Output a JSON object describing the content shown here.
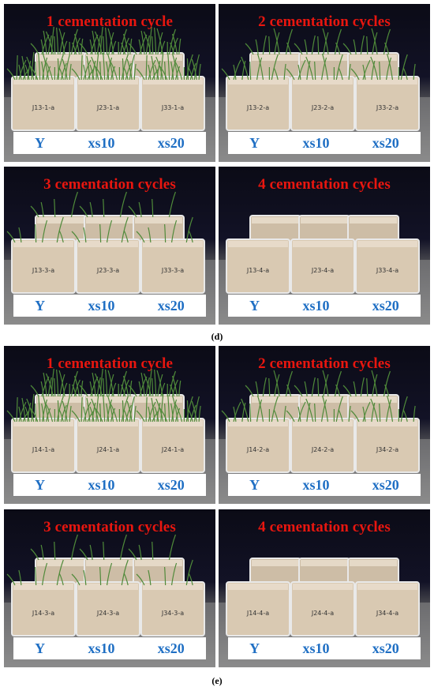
{
  "figure_groups": [
    {
      "caption": "(d)",
      "panels": [
        {
          "title": "1 cementation cycle",
          "samples": [
            "Y",
            "xs10",
            "xs20"
          ],
          "box_labels": [
            "J13-1-a",
            "J23-1-a",
            "J33-1-a"
          ],
          "grass": "dense"
        },
        {
          "title": "2 cementation cycles",
          "samples": [
            "Y",
            "xs10",
            "xs20"
          ],
          "box_labels": [
            "J13-2-a",
            "J23-2-a",
            "J33-2-a"
          ],
          "grass": "medium"
        },
        {
          "title": "3 cementation cycles",
          "samples": [
            "Y",
            "xs10",
            "xs20"
          ],
          "box_labels": [
            "J13-3-a",
            "J23-3-a",
            "J33-3-a"
          ],
          "grass": "sparse"
        },
        {
          "title": "4 cementation cycles",
          "samples": [
            "Y",
            "xs10",
            "xs20"
          ],
          "box_labels": [
            "J13-4-a",
            "J23-4-a",
            "J33-4-a"
          ],
          "grass": "none"
        }
      ]
    },
    {
      "caption": "(e)",
      "panels": [
        {
          "title": "1 cementation cycle",
          "samples": [
            "Y",
            "xs10",
            "xs20"
          ],
          "box_labels": [
            "J14-1-a",
            "J24-1-a",
            "J24-1-a"
          ],
          "grass": "dense"
        },
        {
          "title": "2 cementation cycles",
          "samples": [
            "Y",
            "xs10",
            "xs20"
          ],
          "box_labels": [
            "J14-2-a",
            "J24-2-a",
            "J34-2-a"
          ],
          "grass": "medium"
        },
        {
          "title": "3 cementation cycles",
          "samples": [
            "Y",
            "xs10",
            "xs20"
          ],
          "box_labels": [
            "J14-3-a",
            "J24-3-a",
            "J34-3-a"
          ],
          "grass": "sparse"
        },
        {
          "title": "4 cementation cycles",
          "samples": [
            "Y",
            "xs10",
            "xs20"
          ],
          "box_labels": [
            "J14-4-a",
            "J24-4-a",
            "J34-4-a"
          ],
          "grass": "none"
        }
      ]
    }
  ],
  "colors": {
    "title": "#e8160f",
    "sample_label": "#1f6fc4",
    "sand": "#d9c9b2",
    "grass": "#4f8a3a"
  }
}
